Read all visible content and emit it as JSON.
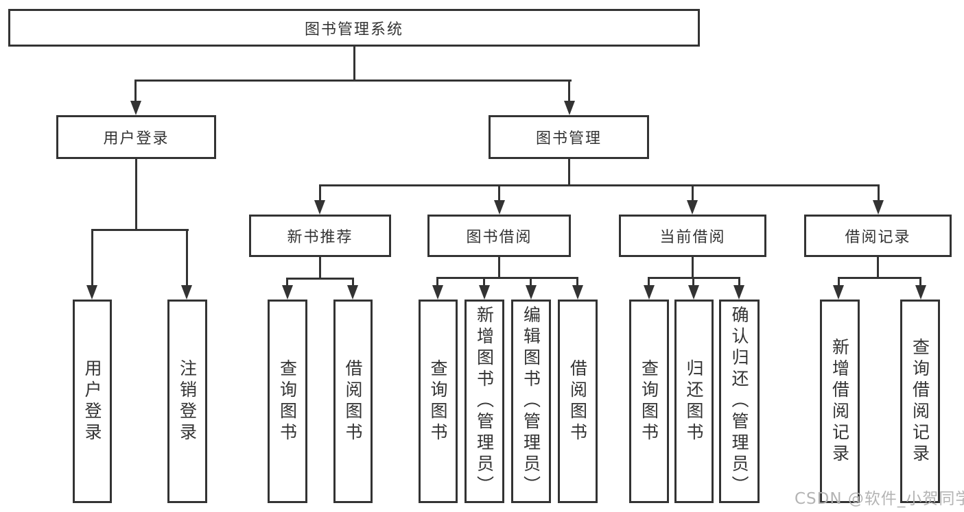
{
  "colors": {
    "line": "#333333",
    "text": "#333333",
    "watermark": "#b0b0b0",
    "background": "#ffffff"
  },
  "tree": {
    "root": {
      "label": "图书管理系统"
    },
    "branches": [
      {
        "label": "用户登录",
        "children": [
          {
            "label": "用户登录"
          },
          {
            "label": "注销登录"
          }
        ]
      },
      {
        "label": "图书管理",
        "children": [
          {
            "label": "新书推荐",
            "children": [
              {
                "label": "查询图书"
              },
              {
                "label": "借阅图书"
              }
            ]
          },
          {
            "label": "图书借阅",
            "children": [
              {
                "label": "查询图书"
              },
              {
                "label": "新增图书（管理员）"
              },
              {
                "label": "编辑图书（管理员）"
              },
              {
                "label": "借阅图书"
              }
            ]
          },
          {
            "label": "当前借阅",
            "children": [
              {
                "label": "查询图书"
              },
              {
                "label": "归还图书"
              },
              {
                "label": "确认归还（管理员）"
              }
            ]
          },
          {
            "label": "借阅记录",
            "children": [
              {
                "label": "新增借阅记录"
              },
              {
                "label": "查询借阅记录"
              }
            ]
          }
        ]
      }
    ]
  },
  "watermark": {
    "text": "CSDN @软件_小贺同学"
  }
}
